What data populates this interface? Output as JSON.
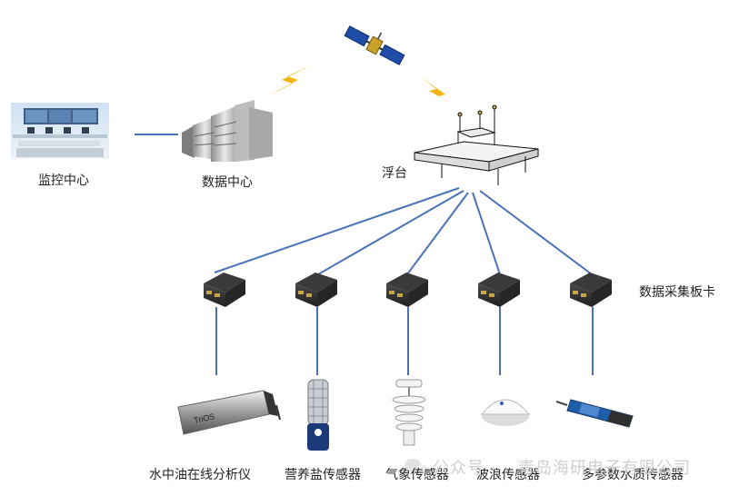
{
  "nodes": {
    "monitoring_center": "监控中心",
    "data_center": "数据中心",
    "buoy": "浮台",
    "daq_board": "数据采集板卡"
  },
  "sensors": [
    "水中油在线分析仪",
    "营养盐传感器",
    "气象传感器",
    "波浪传感器",
    "多参数水质传感器"
  ],
  "watermark": {
    "prefix": "公众号 ·",
    "company": "青岛海研电子有限公司"
  },
  "device_texts": {
    "oil_analyzer_brand": "TriOS"
  },
  "colors": {
    "link_line": "#4a72b8",
    "lightning": "#f3b416",
    "device_dark": "#2c2c2c",
    "watermark": "#cfcfcf"
  },
  "icons": [
    "monitor-room-image",
    "server-rack-icon",
    "satellite-icon",
    "lightning-icon",
    "buoy-platform-icon",
    "daq-box-icon",
    "oil-analyzer-icon",
    "nutrient-sensor-icon",
    "weather-sensor-icon",
    "wave-sensor-icon",
    "water-quality-sensor-icon",
    "wechat-logo-icon"
  ]
}
